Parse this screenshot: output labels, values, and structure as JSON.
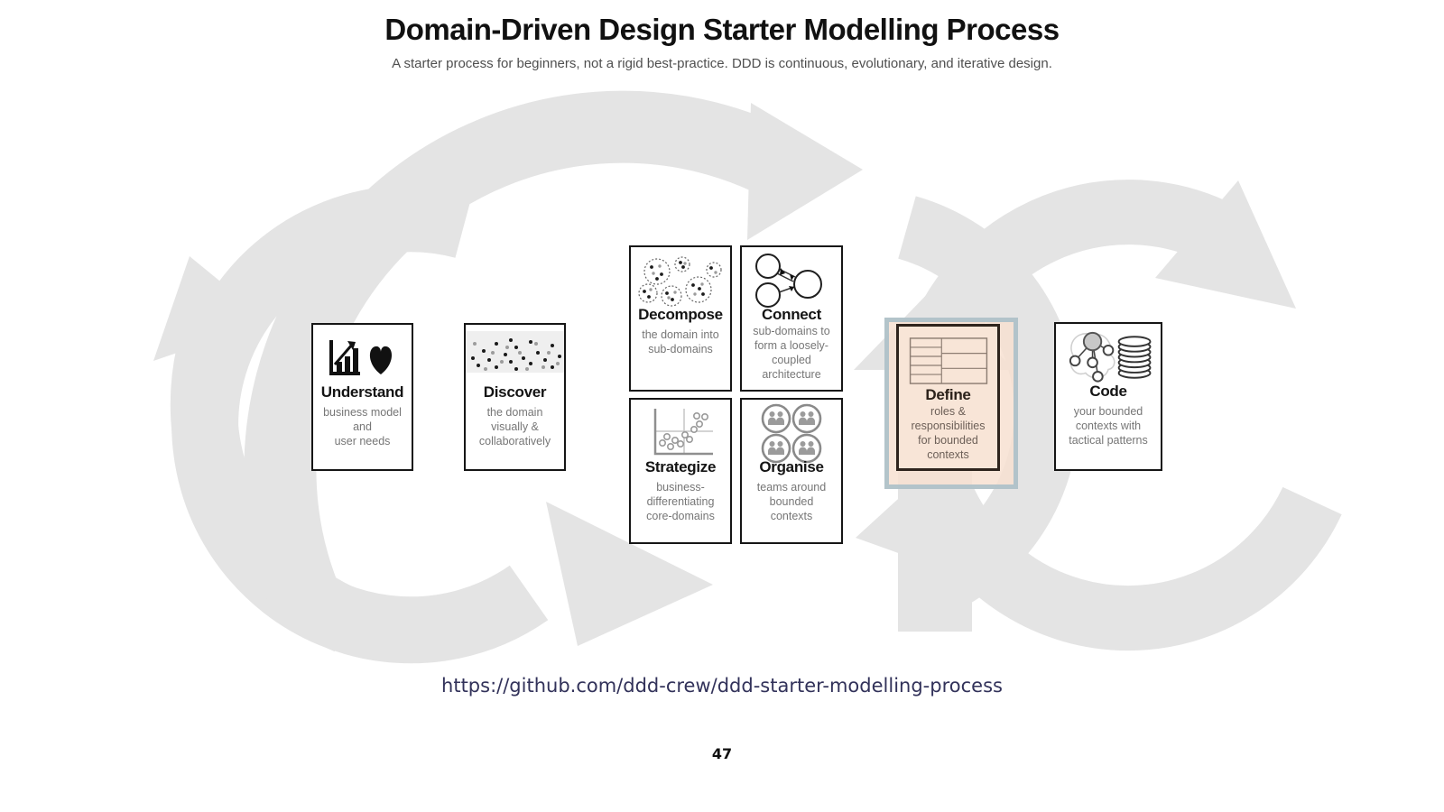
{
  "slide": {
    "title": "Domain-Driven Design Starter Modelling Process",
    "subtitle": "A starter process for beginners, not a rigid best-practice. DDD is continuous, evolutionary, and iterative design.",
    "link_url": "https://github.com/ddd-crew/ddd-starter-modelling-process",
    "page_number": "47"
  },
  "cards": [
    {
      "title": "Understand",
      "description": "business model\nand\nuser needs",
      "icon": "bar-chart-and-heart-icon",
      "highlighted": false
    },
    {
      "title": "Discover",
      "description": "the domain\nvisually &\ncollaboratively",
      "icon": "scattered-dots-icon",
      "highlighted": false
    },
    {
      "title": "Decompose",
      "description": "the domain into\nsub-domains",
      "icon": "dotted-clusters-icon",
      "highlighted": false
    },
    {
      "title": "Connect",
      "description": "sub-domains to\nform a loosely-\ncoupled\narchitecture",
      "icon": "linked-circles-icon",
      "highlighted": false
    },
    {
      "title": "Strategize",
      "description": "business-\ndifferentiating\ncore-domains",
      "icon": "quadrant-scatter-icon",
      "highlighted": false
    },
    {
      "title": "Organise",
      "description": "teams around\nbounded\ncontexts",
      "icon": "team-circles-icon",
      "highlighted": false
    },
    {
      "title": "Define",
      "description": "roles &\nresponsibilities\nfor bounded\ncontexts",
      "icon": "context-canvas-icon",
      "highlighted": true
    },
    {
      "title": "Code",
      "description": "your bounded\ncontexts with\ntactical patterns",
      "icon": "model-database-icon",
      "highlighted": false
    }
  ],
  "colors": {
    "background": "#ffffff",
    "arrow_gray": "#e4e4e4",
    "card_border": "#161616",
    "card_body_text": "#767676",
    "highlight_fill": "#f7e0d1",
    "highlight_frame": "#abc0c9",
    "define_border": "#2e241d",
    "link_text": "#32325a",
    "title_text": "#111111",
    "subtitle_text": "#4f4f4f"
  }
}
